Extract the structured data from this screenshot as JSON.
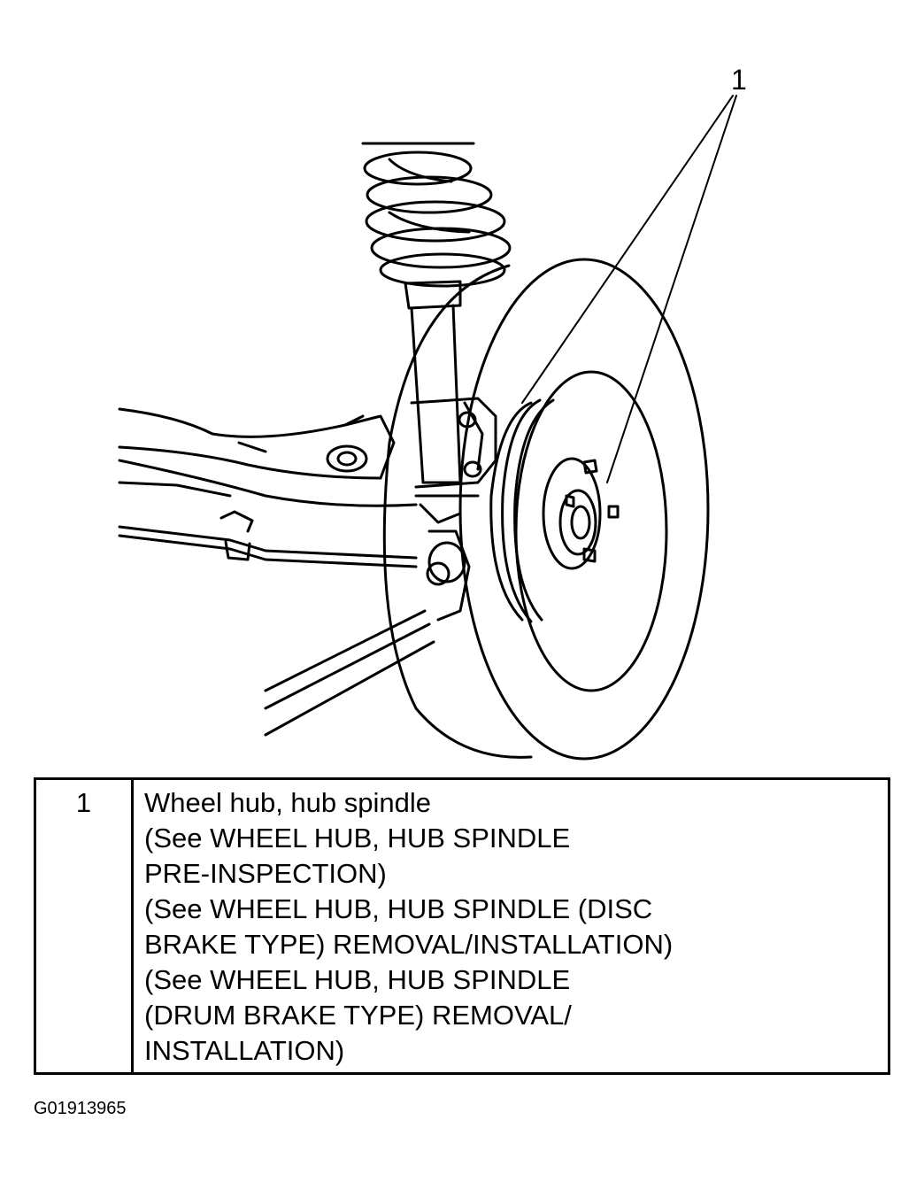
{
  "callout": {
    "number": "1"
  },
  "legend": {
    "rows": [
      {
        "number": "1",
        "lines": [
          "Wheel hub, hub spindle",
          "(See WHEEL HUB, HUB SPINDLE",
          "PRE-INSPECTION)",
          "(See WHEEL HUB, HUB SPINDLE (DISC",
          "BRAKE TYPE) REMOVAL/INSTALLATION)",
          "(See WHEEL HUB, HUB SPINDLE",
          "(DRUM BRAKE TYPE) REMOVAL/",
          "INSTALLATION)"
        ]
      }
    ]
  },
  "figure_code": "G01913965",
  "icons": {
    "illustration": "suspension-wheel-hub-drawing"
  }
}
